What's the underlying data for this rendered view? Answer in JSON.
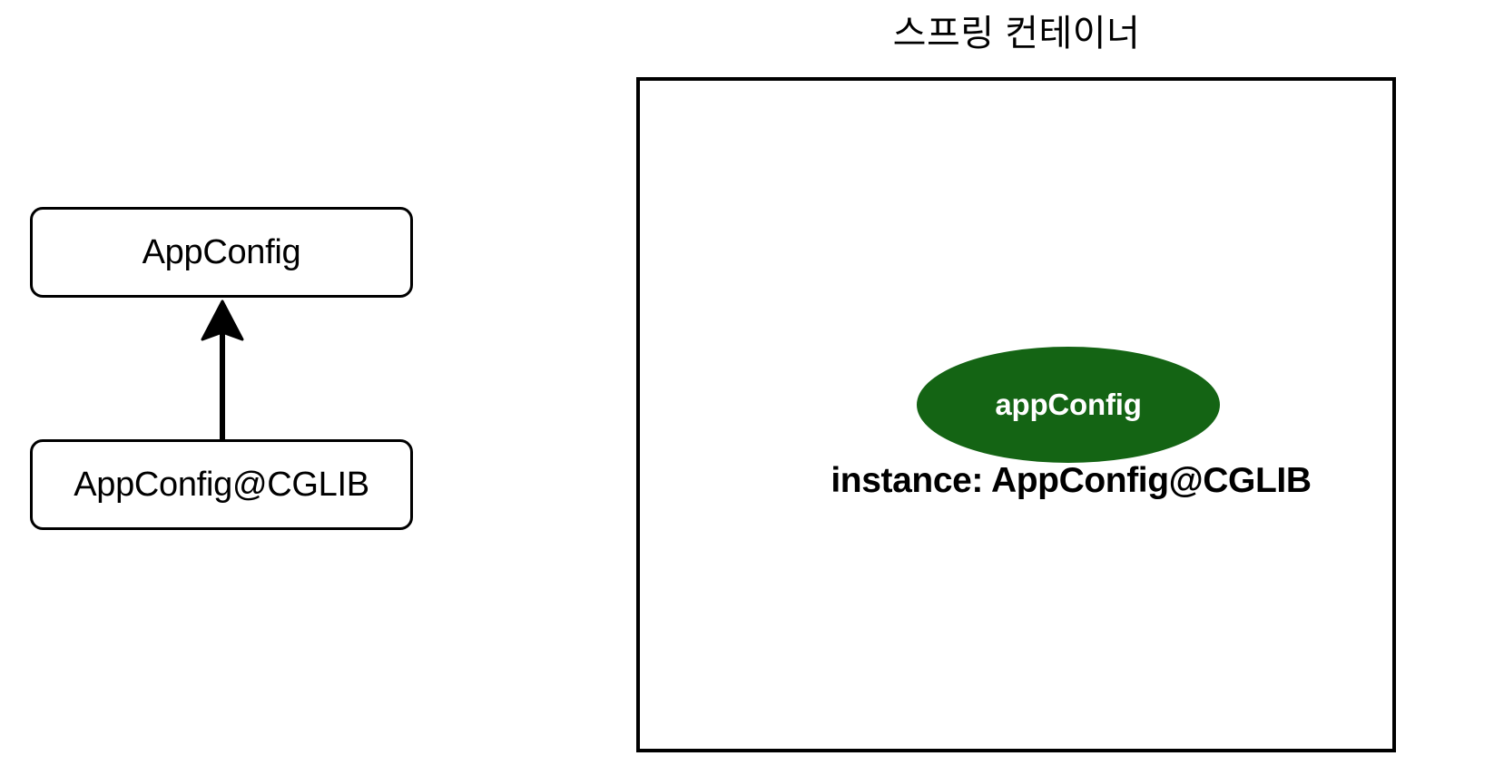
{
  "diagram": {
    "left_panel": {
      "boxes": [
        {
          "label": "AppConfig",
          "role": "parent-class"
        },
        {
          "label": "AppConfig@CGLIB",
          "role": "subclass-proxy"
        }
      ],
      "relation": {
        "type": "inheritance-arrow",
        "direction": "up",
        "from": "AppConfig@CGLIB",
        "to": "AppConfig"
      }
    },
    "right_panel": {
      "title": "스프링 컨테이너",
      "bean": {
        "name": "appConfig",
        "instance_label": "instance: AppConfig@CGLIB",
        "fill_color": "#146414",
        "text_color": "#ffffff"
      }
    },
    "colors": {
      "stroke": "#000000",
      "background": "#ffffff",
      "bean_green": "#146414"
    }
  }
}
